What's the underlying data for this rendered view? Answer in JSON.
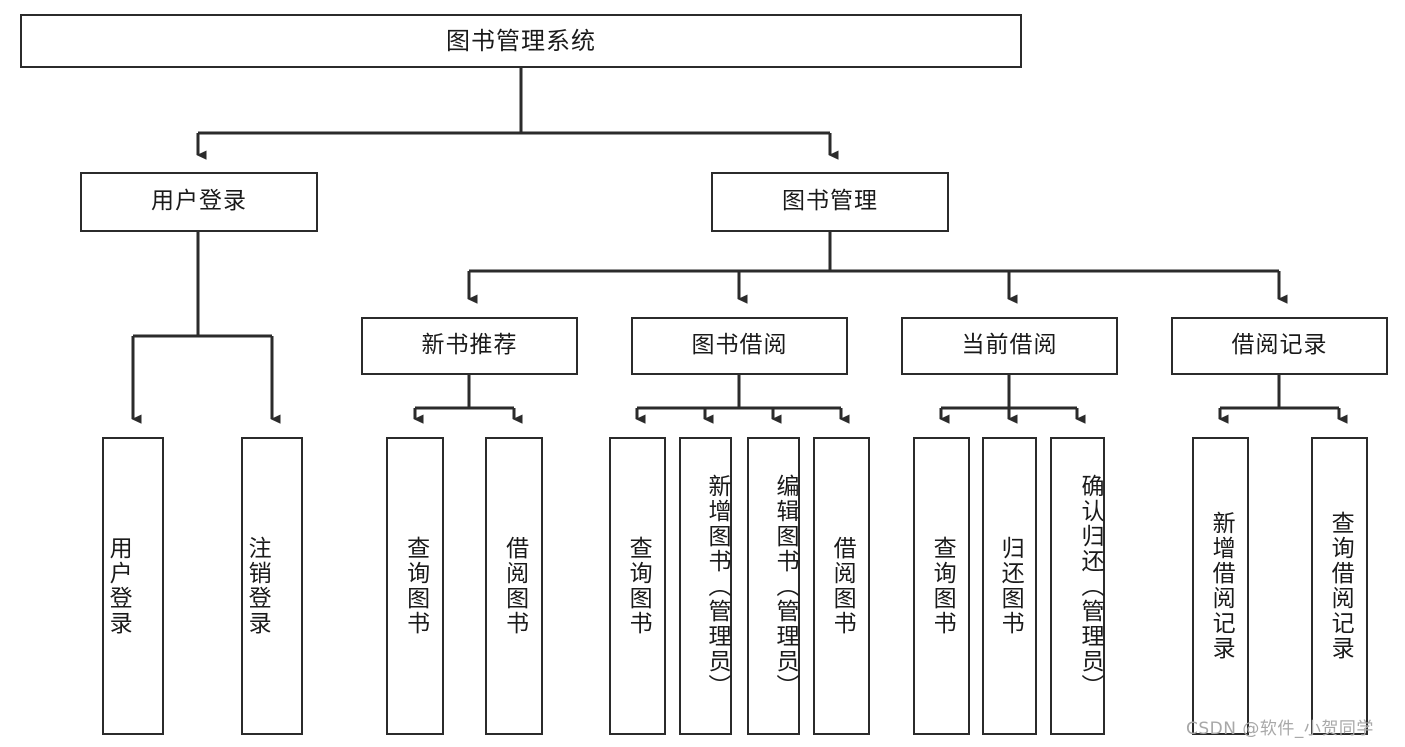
{
  "diagram": {
    "type": "tree-hierarchy",
    "title": "图书管理系统",
    "watermark": "CSDN @软件_小贺同学",
    "colors": {
      "box_border": "#2b2b2b",
      "box_fill": "#ffffff",
      "connector": "#2b2b2b",
      "text": "#1a1a1a",
      "watermark": "#a8a8a8",
      "background": "#ffffff"
    },
    "levels": {
      "root": {
        "label": "图书管理系统"
      },
      "level2": [
        {
          "label": "用户登录"
        },
        {
          "label": "图书管理"
        }
      ],
      "level3": [
        {
          "label": "新书推荐"
        },
        {
          "label": "图书借阅"
        },
        {
          "label": "当前借阅"
        },
        {
          "label": "借阅记录"
        }
      ],
      "leaves_user_login": [
        {
          "label": "用户登录"
        },
        {
          "label": "注销登录"
        }
      ],
      "leaves_new_book": [
        {
          "label": "查询图书"
        },
        {
          "label": "借阅图书"
        }
      ],
      "leaves_borrow": [
        {
          "label": "查询图书"
        },
        {
          "label": "新增图书（管理员）"
        },
        {
          "label": "编辑图书（管理员）"
        },
        {
          "label": "借阅图书"
        }
      ],
      "leaves_current": [
        {
          "label": "查询图书"
        },
        {
          "label": "归还图书"
        },
        {
          "label": "确认归还（管理员）"
        }
      ],
      "leaves_records": [
        {
          "label": "新增借阅记录"
        },
        {
          "label": "查询借阅记录"
        }
      ]
    }
  }
}
